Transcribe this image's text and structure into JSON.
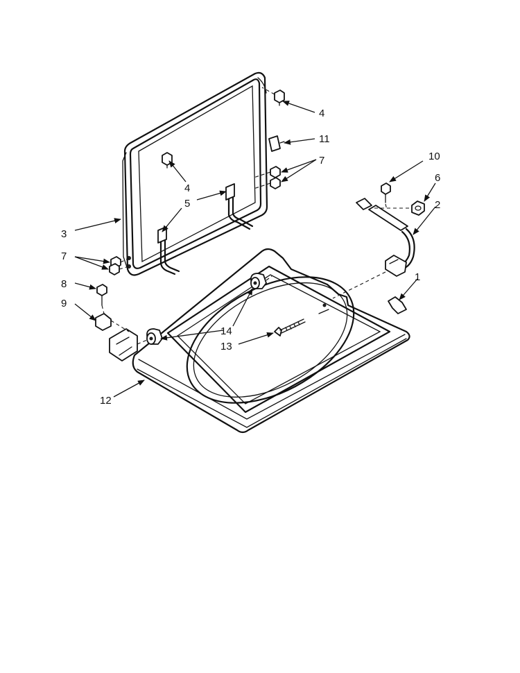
{
  "callouts": [
    {
      "id": "c-4a",
      "text": "4"
    },
    {
      "id": "c-11",
      "text": "11"
    },
    {
      "id": "c-7a",
      "text": "7"
    },
    {
      "id": "c-10",
      "text": "10"
    },
    {
      "id": "c-6",
      "text": "6"
    },
    {
      "id": "c-2",
      "text": "2"
    },
    {
      "id": "c-4b",
      "text": "4"
    },
    {
      "id": "c-5",
      "text": "5"
    },
    {
      "id": "c-3",
      "text": "3"
    },
    {
      "id": "c-7b",
      "text": "7"
    },
    {
      "id": "c-8",
      "text": "8"
    },
    {
      "id": "c-9",
      "text": "9"
    },
    {
      "id": "c-1",
      "text": "1"
    },
    {
      "id": "c-14",
      "text": "14"
    },
    {
      "id": "c-13",
      "text": "13"
    },
    {
      "id": "c-12",
      "text": "12"
    }
  ]
}
